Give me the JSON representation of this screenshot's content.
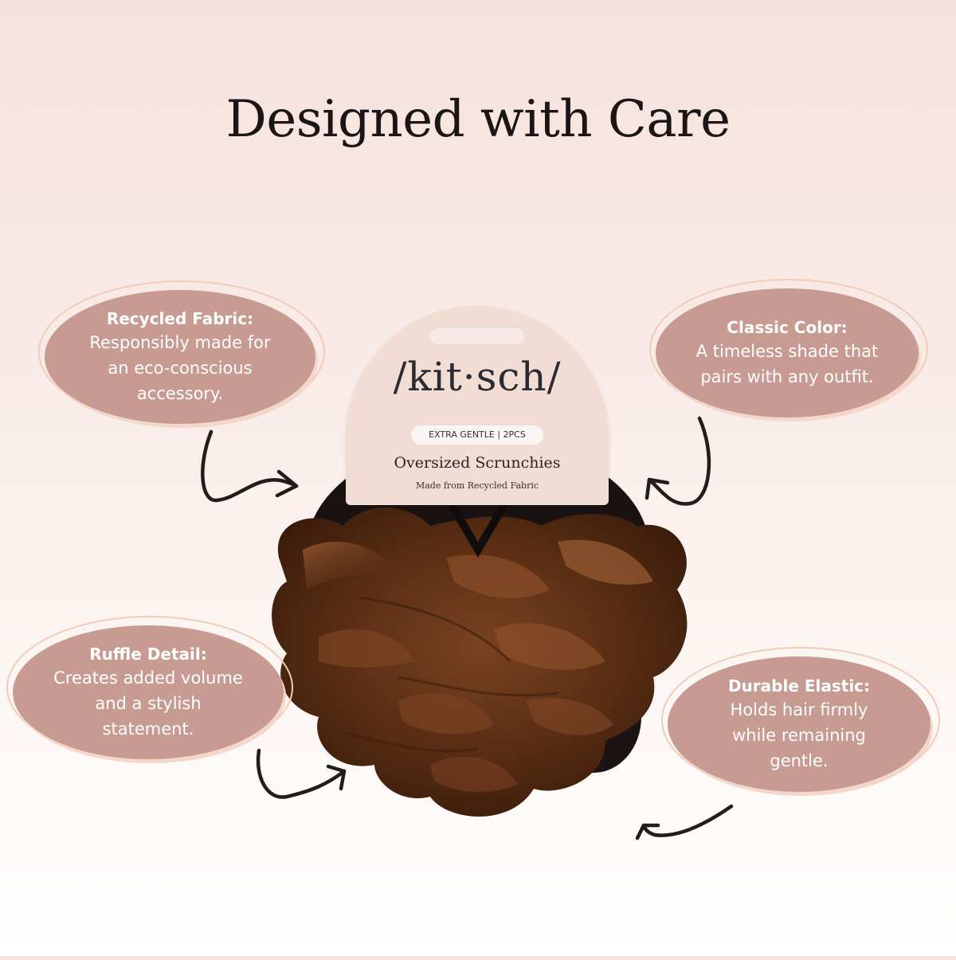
{
  "headline": "Designed with Care",
  "colors": {
    "bubble_fill": "#c79b92",
    "bubble_ring": "#f2cbb7",
    "scrunchie_brown": "#5a2e14",
    "tag_card": "#f1ddd3",
    "arrow": "#231c1c"
  },
  "features": [
    {
      "title": "Recycled Fabric:",
      "lines": [
        "Responsibly made for",
        "an eco-conscious",
        "accessory."
      ]
    },
    {
      "title": "Classic Color:",
      "lines": [
        "A timeless shade that",
        "pairs with any outfit."
      ]
    },
    {
      "title": "Ruffle Detail:",
      "lines": [
        "Creates added volume",
        "and a stylish",
        "statement."
      ]
    },
    {
      "title": "Durable Elastic:",
      "lines": [
        "Holds hair firmly",
        "while remaining",
        "gentle."
      ]
    }
  ],
  "product": {
    "brand": "/kit·sch/",
    "badge": "EXTRA GENTLE | 2PCS",
    "name": "Oversized Scrunchies",
    "subtitle": "Made from Recycled Fabric"
  }
}
